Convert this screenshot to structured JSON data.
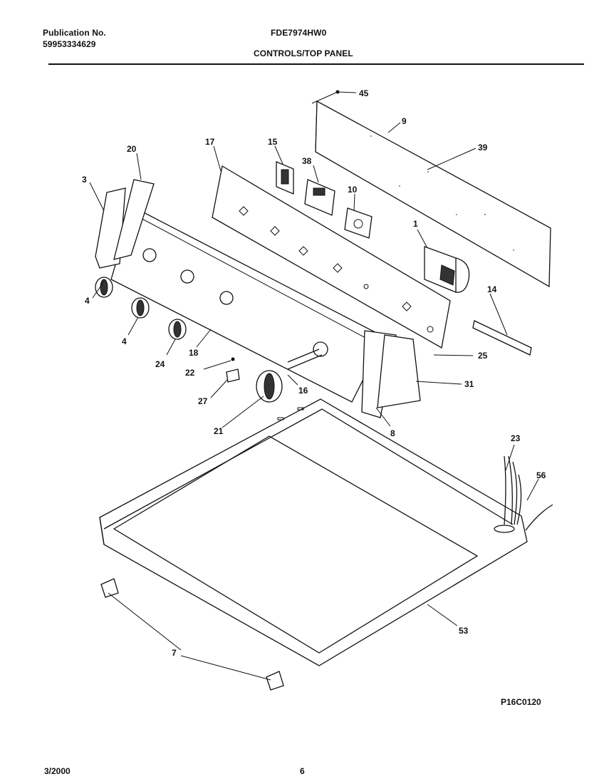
{
  "header": {
    "publication_label": "Publication No.",
    "publication_number": "59953334629",
    "model_number": "FDE7974HW0",
    "section_title": "CONTROLS/TOP PANEL"
  },
  "diagram": {
    "callouts": {
      "c45": "45",
      "c9": "9",
      "c39": "39",
      "c20": "20",
      "c17": "17",
      "c15": "15",
      "c38": "38",
      "c10": "10",
      "c3": "3",
      "c1": "1",
      "c14": "14",
      "c4a": "4",
      "c4b": "4",
      "c24": "24",
      "c18": "18",
      "c22": "22",
      "c25": "25",
      "c31": "31",
      "c16": "16",
      "c27": "27",
      "c21": "21",
      "c8": "8",
      "c23": "23",
      "c56": "56",
      "c53": "53",
      "c7": "7"
    },
    "drawing_code": "P16C0120"
  },
  "footer": {
    "date": "3/2000",
    "page": "6"
  }
}
